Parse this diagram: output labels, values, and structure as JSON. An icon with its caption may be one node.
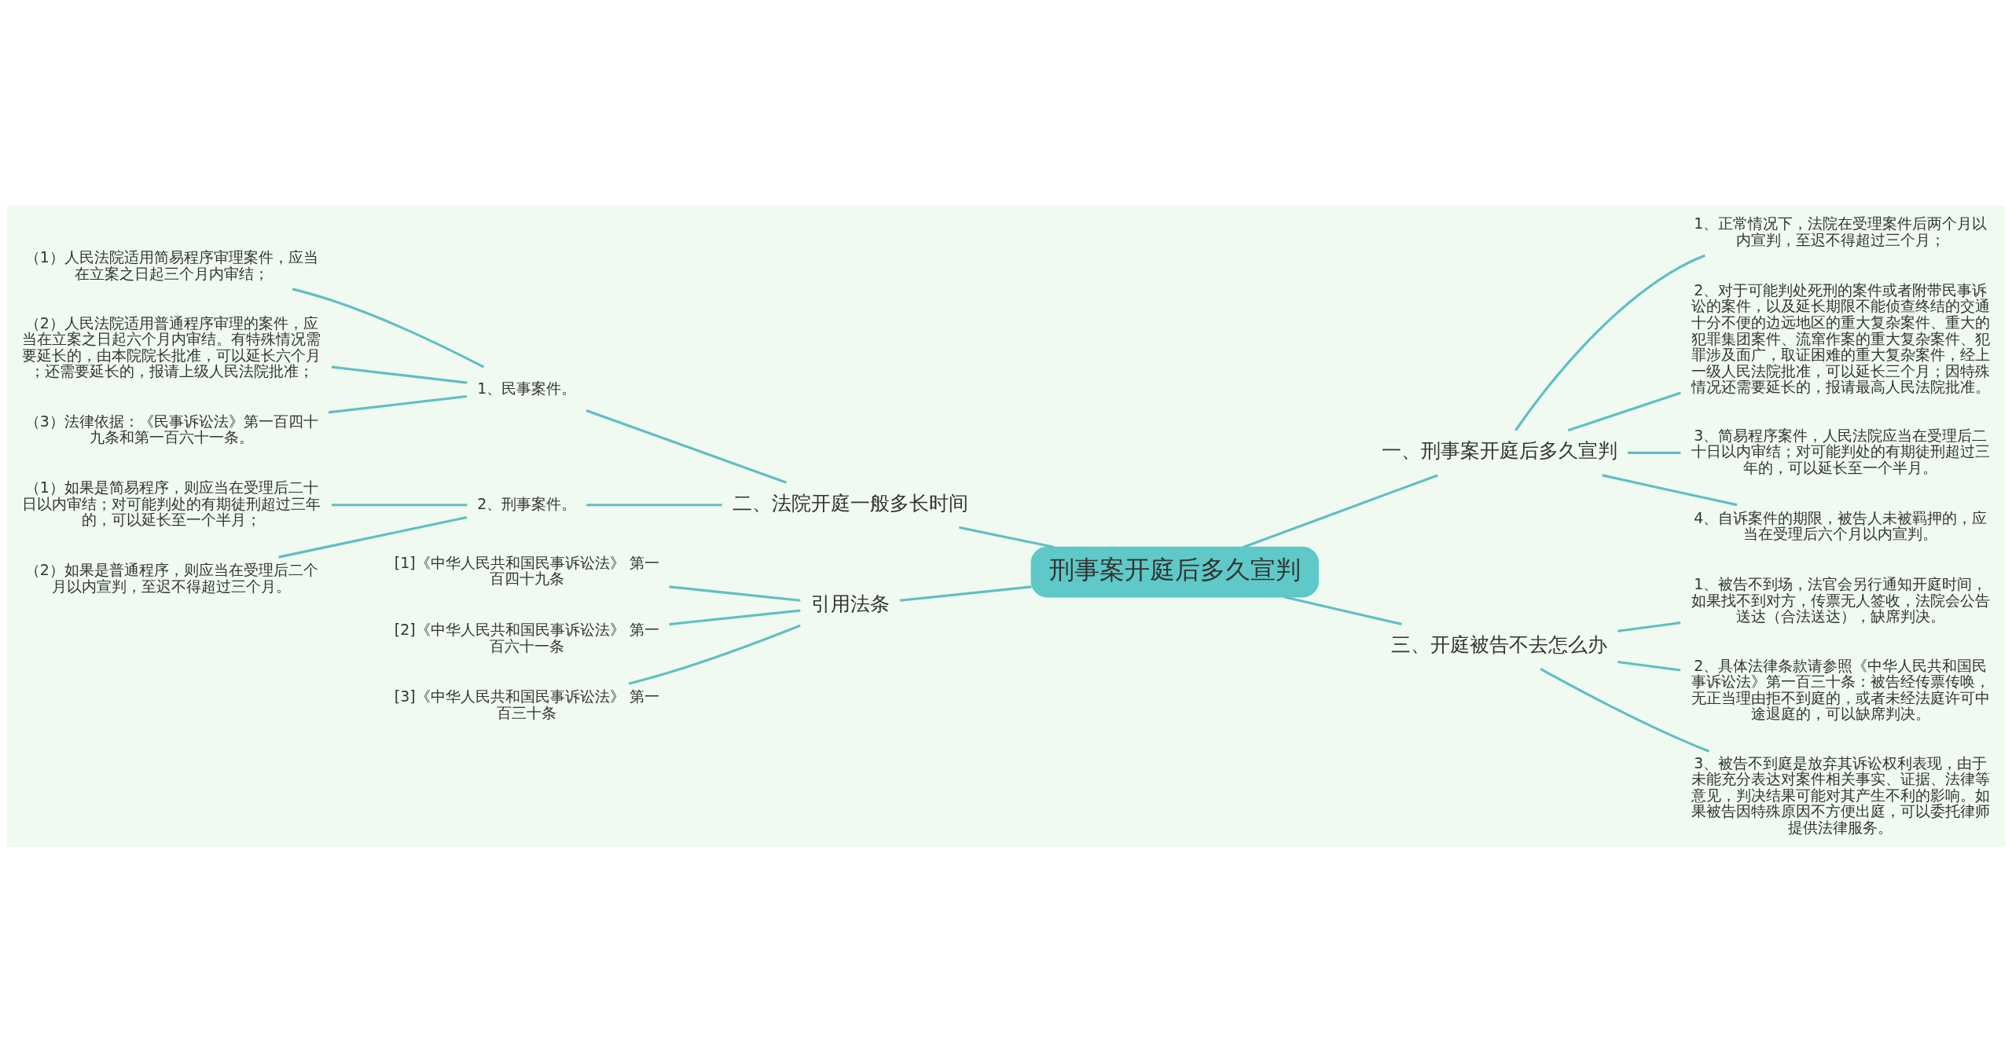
{
  "diagram": {
    "nodes": [
      {
        "text": [
          "刑事案开庭后多久宣判"
        ]
      },
      {
        "text": [
          "一、刑事案开庭后多久宣判"
        ]
      },
      {
        "text": [
          "1、正常情况下，法院在受理案件后两个月以内宣判，至迟不得超过三个月；"
        ]
      },
      {
        "text": [
          "2、对于可能判处死刑的案件或者附带民事诉讼的案件，以及延长期限不能侦查终结的交通十分不便的边远地区的重大复杂案件、重大的犯罪集团案件、流窜作案的重大复杂案件、犯罪涉及面广，取证困难的重大复杂案件，经上一级人民法院批准，可以延长三个月；因特殊情况还需要延长的，报请最高人民法院批准。"
        ]
      },
      {
        "text": [
          "3、简易程序案件，人民法院应当在受理后二十日以内审结；对可能判处的有期徒刑超过三年的，可以延长至一个半月。"
        ]
      },
      {
        "text": [
          "4、自诉案件的期限，被告人未被羁押的，应当在受理后六个月以内宣判。"
        ]
      },
      {
        "text": [
          "三、开庭被告不去怎么办"
        ]
      },
      {
        "text": [
          "1、被告不到场，法官会另行通知开庭时间，如果找不到对方，传票无人签收，法院会公告送达（合法送达），缺席判决。"
        ]
      },
      {
        "text": [
          "2、具体法律条款请参照《中华人民共和国民事诉讼法》第一百三十条：被告经传票传唤，无正当理由拒不到庭的，或者未经法庭许可中途退庭的，可以缺席判决。"
        ]
      },
      {
        "text": [
          "3、被告不到庭是放弃其诉讼权利表现，由于未能充分表达对案件相关事实、证据、法律等意见，判决结果可能对其产生不利的影响。如果被告因特殊原因不方便出庭，可以委托律师提供法律服务。"
        ]
      },
      {
        "text": [
          "二、法院开庭一般多长时间"
        ]
      },
      {
        "text": [
          "1、民事案件。"
        ]
      },
      {
        "text": [
          "（1）人民法院适用简易程序审理案件，应当在立案之日起三个月内审结；"
        ]
      },
      {
        "text": [
          "（2）人民法院适用普通程序审理的案件，应当在立案之日起六个月内审结。有特殊情况需要延长的，由本院院长批准，可以延长六个月；还需要延长的，报请上级人民法院批准；"
        ]
      },
      {
        "text": [
          "（3）法律依据：《民事诉讼法》第一百四十九条和第一百六十一条。"
        ]
      },
      {
        "text": [
          "2、刑事案件。"
        ]
      },
      {
        "text": [
          "（1）如果是简易程序，则应当在受理后二十日以内审结；对可能判处的有期徒刑超过三年的，可以延长至一个半月；"
        ]
      },
      {
        "text": [
          "（2）如果是普通程序，则应当在受理后二个月以内宣判，至迟不得超过三个月。"
        ]
      },
      {
        "text": [
          "引用法条"
        ]
      },
      {
        "text": [
          "[1]《中华人民共和国民事诉讼法》 第一百四十九条"
        ]
      },
      {
        "text": [
          "[2]《中华人民共和国民事诉讼法》 第一百六十一条"
        ]
      },
      {
        "text": [
          "[3]《中华人民共和国民事诉讼法》 第一百三十条"
        ]
      }
    ],
    "edges": [
      {
        "from": 0,
        "to": 1,
        "arrow": "none"
      },
      {
        "from": 1,
        "to": 2,
        "arrow": "none"
      },
      {
        "from": 1,
        "to": 3,
        "arrow": "none"
      },
      {
        "from": 1,
        "to": 4,
        "arrow": "none"
      },
      {
        "from": 1,
        "to": 5,
        "arrow": "none"
      },
      {
        "from": 0,
        "to": 6,
        "arrow": "none"
      },
      {
        "from": 6,
        "to": 7,
        "arrow": "none"
      },
      {
        "from": 6,
        "to": 8,
        "arrow": "none"
      },
      {
        "from": 6,
        "to": 9,
        "arrow": "none"
      },
      {
        "from": 0,
        "to": 10,
        "arrow": "none"
      },
      {
        "from": 10,
        "to": 11,
        "arrow": "none"
      },
      {
        "from": 11,
        "to": 12,
        "arrow": "none"
      },
      {
        "from": 11,
        "to": 13,
        "arrow": "none"
      },
      {
        "from": 11,
        "to": 14,
        "arrow": "none"
      },
      {
        "from": 10,
        "to": 15,
        "arrow": "none"
      },
      {
        "from": 15,
        "to": 16,
        "arrow": "none"
      },
      {
        "from": 15,
        "to": 17,
        "arrow": "none"
      },
      {
        "from": 0,
        "to": 18,
        "arrow": "none"
      },
      {
        "from": 18,
        "to": 19,
        "arrow": "none"
      },
      {
        "from": 18,
        "to": 20,
        "arrow": "none"
      },
      {
        "from": 18,
        "to": 21,
        "arrow": "none"
      }
    ]
  }
}
